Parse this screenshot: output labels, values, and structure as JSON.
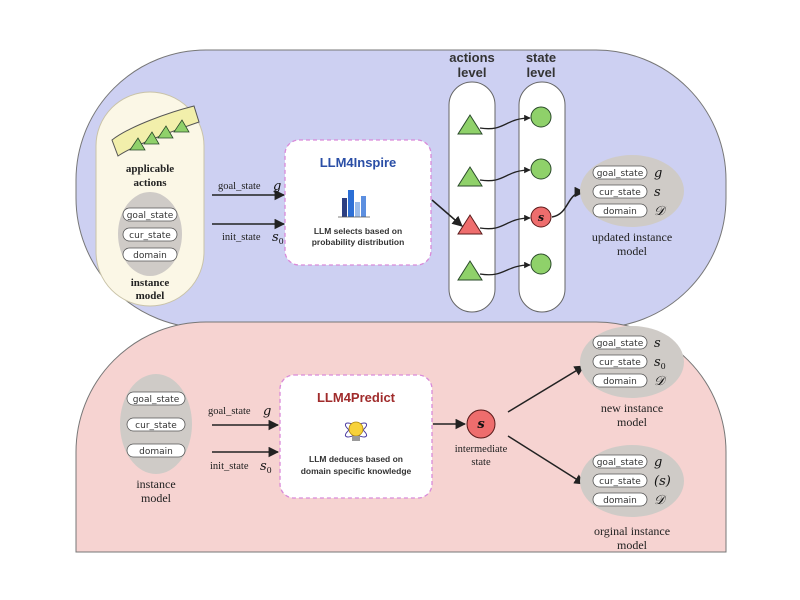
{
  "top": {
    "actions_level": "actions\nlevel",
    "state_level": "state\nlevel",
    "applicable_actions": "applicable\nactions",
    "instance_model_label": "instance\nmodel",
    "instance_pills": [
      "goal_state",
      "cur_state",
      "domain"
    ],
    "goal_arrow_label": "goal_state",
    "goal_arrow_symbol": "g",
    "init_arrow_label": "init_state",
    "init_arrow_symbol": "s",
    "init_arrow_subscript": "0",
    "box_title": "LLM4Inspire",
    "box_desc": "LLM selects based on\nprobability distribution",
    "selected_state_symbol": "s",
    "updated_pills": [
      {
        "label": "goal_state",
        "symbol": "g"
      },
      {
        "label": "cur_state",
        "symbol": "s"
      },
      {
        "label": "domain",
        "symbol": "𝒟"
      }
    ],
    "updated_label": "updated instance\nmodel"
  },
  "bottom": {
    "instance_pills": [
      "goal_state",
      "cur_state",
      "domain"
    ],
    "instance_model_label": "instance\nmodel",
    "goal_arrow_label": "goal_state",
    "goal_arrow_symbol": "g",
    "init_arrow_label": "init_state",
    "init_arrow_symbol": "s",
    "init_arrow_subscript": "0",
    "box_title": "LLM4Predict",
    "box_desc": "LLM deduces based on\ndomain specific knowledge",
    "intermediate_symbol": "s",
    "intermediate_label": "intermediate\nstate",
    "new_pills": [
      {
        "label": "goal_state",
        "symbol": "s"
      },
      {
        "label": "cur_state",
        "symbol": "s",
        "sub": "0"
      },
      {
        "label": "domain",
        "symbol": "𝒟"
      }
    ],
    "new_label": "new instance\nmodel",
    "orig_pills": [
      {
        "label": "goal_state",
        "symbol": "g"
      },
      {
        "label": "cur_state",
        "symbol": "(s)"
      },
      {
        "label": "domain",
        "symbol": "𝒟"
      }
    ],
    "orig_label": "orginal instance\nmodel"
  },
  "colors": {
    "top_bg": "#cdd0f2",
    "bottom_bg": "#f6d3d1",
    "panel_bg": "#fbf7e6",
    "gray_blob": "#cfcbc7",
    "green": "#8fd16a",
    "red": "#ee6d6d",
    "box_border": "#d98ad9",
    "inspire_title": "#2a4ea6",
    "predict_title": "#a02b2b"
  }
}
